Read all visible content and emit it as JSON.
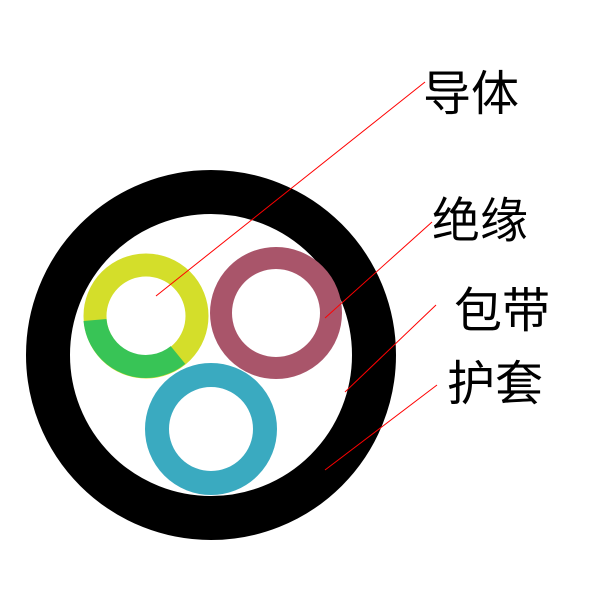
{
  "labels": {
    "conductor": "导体",
    "insulation": "绝缘",
    "wrapping_tape": "包带",
    "sheath": "护套"
  },
  "colors": {
    "background": "#ffffff",
    "sheath": "#000000",
    "core_yellow": "#d4de2a",
    "core_green": "#38c456",
    "core_red_brown": "#a9556a",
    "core_blue": "#3aaac0",
    "leader_line": "#ff0000",
    "label_text": "#000000"
  }
}
